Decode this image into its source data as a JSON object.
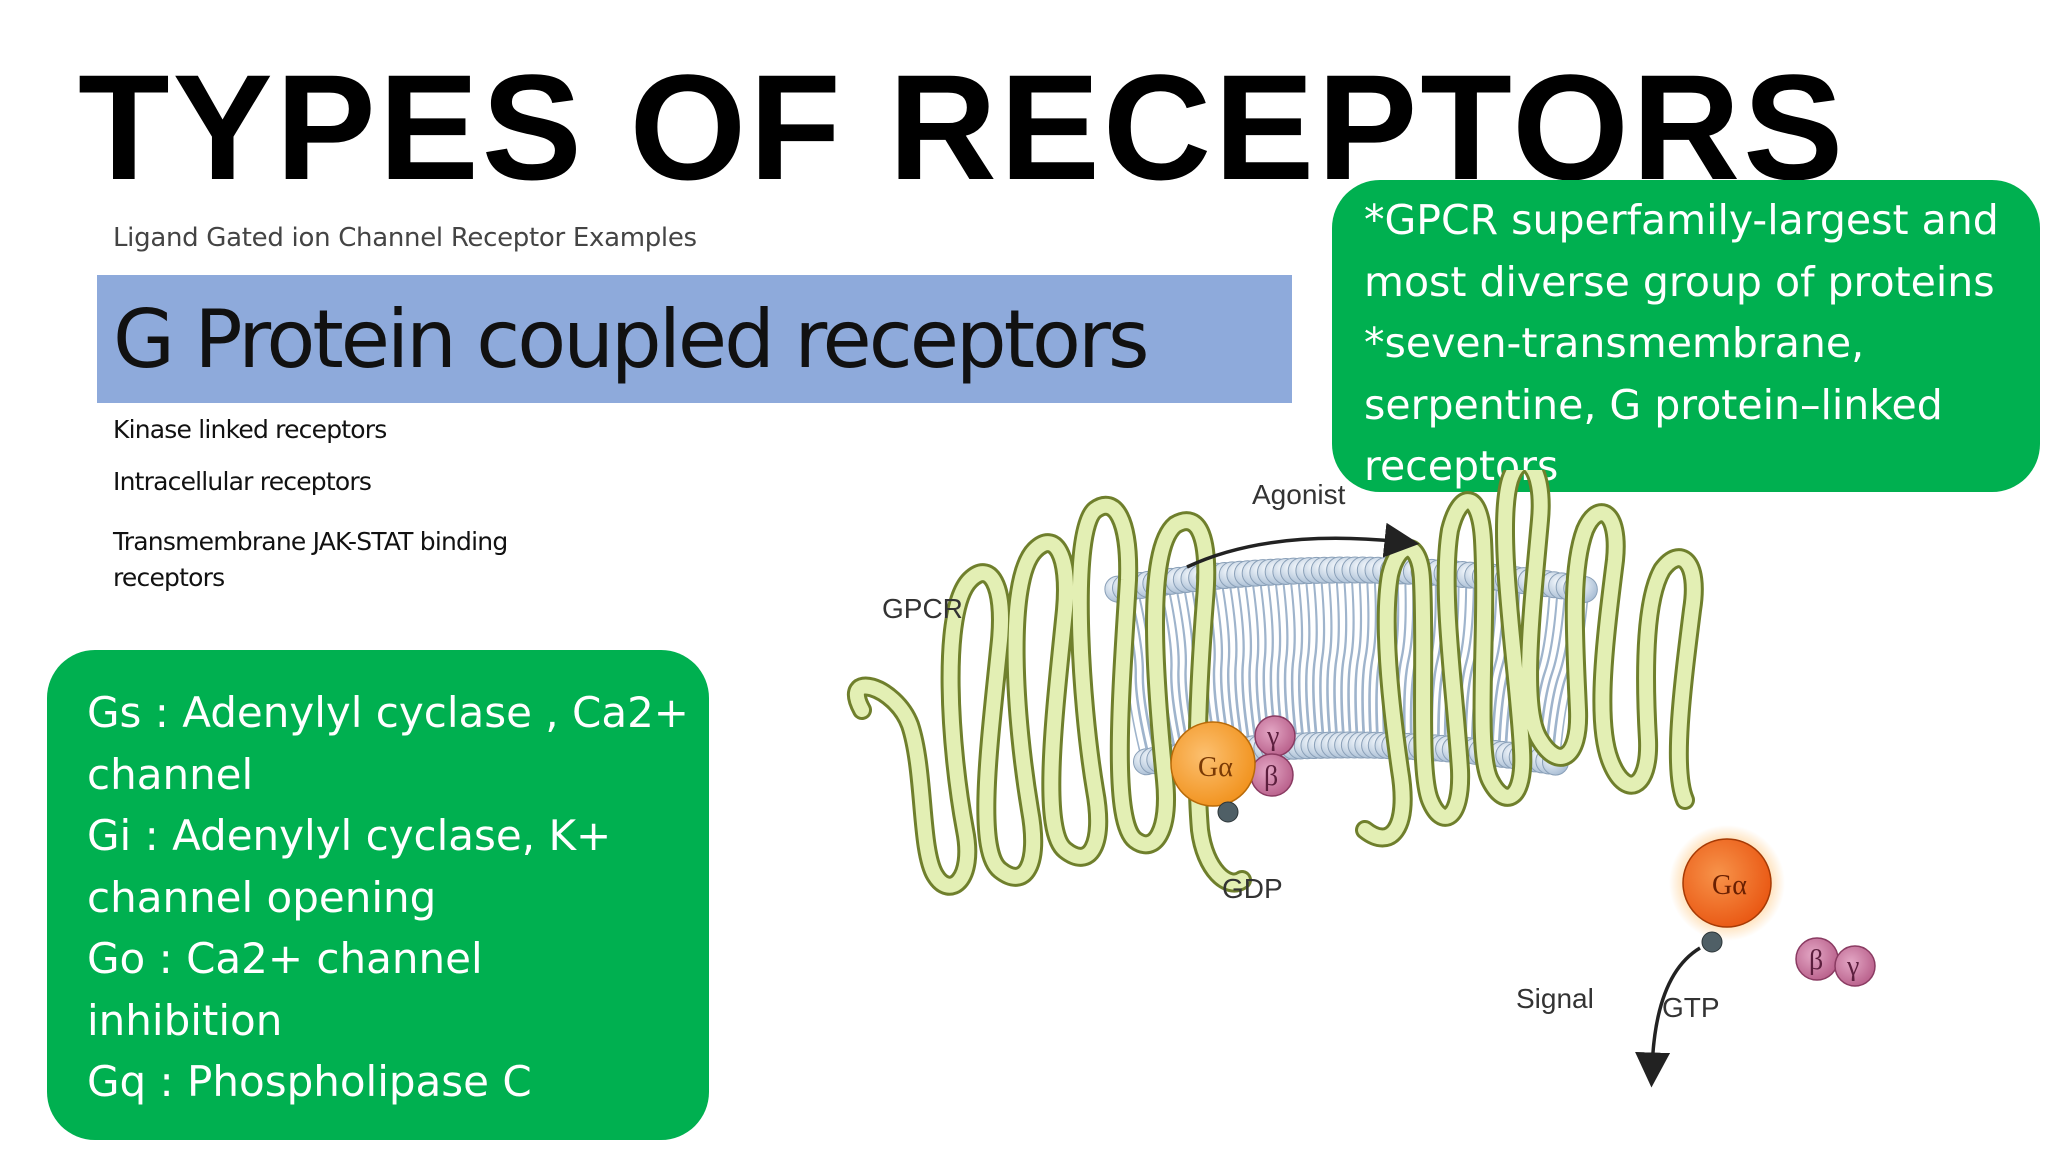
{
  "title": "TYPES OF RECEPTORS",
  "receptor_list": {
    "ligand_gated": "Ligand Gated ion Channel Receptor Examples",
    "gpcr_highlight": "G Protein coupled receptors",
    "kinase": "Kinase linked receptors",
    "intracellular": "Intracellular receptors",
    "jak_stat": "Transmembrane JAK-STAT binding receptors"
  },
  "gpcr_box": {
    "lines": [
      "*GPCR superfamily-largest and",
      "most diverse group of proteins",
      "*seven-transmembrane,",
      "serpentine, G protein–linked",
      "receptors"
    ]
  },
  "g_protein_box": {
    "lines": [
      "Gs : Adenylyl cyclase , Ca2+",
      "channel",
      "Gi : Adenylyl cyclase, K+",
      "channel opening",
      "Go : Ca2+ channel",
      "inhibition",
      "Gq : Phospholipase C"
    ]
  },
  "diagram": {
    "labels": {
      "gpcr": "GPCR",
      "agonist": "Agonist",
      "gdp": "GDP",
      "signal": "Signal",
      "gtp": "GTP",
      "g_alpha": "Gα",
      "gamma": "γ",
      "beta": "β"
    },
    "colors": {
      "box_green": "#00b050",
      "highlight_blue": "#8eaadb",
      "helix_fill": "#e3efb4",
      "helix_stroke": "#6f7f2c",
      "lipid_head": "#c2d2e4",
      "g_alpha_orange": "#f6a12a",
      "g_alpha_active": "#ef6f17",
      "beta_gamma": "#c26a95"
    }
  }
}
